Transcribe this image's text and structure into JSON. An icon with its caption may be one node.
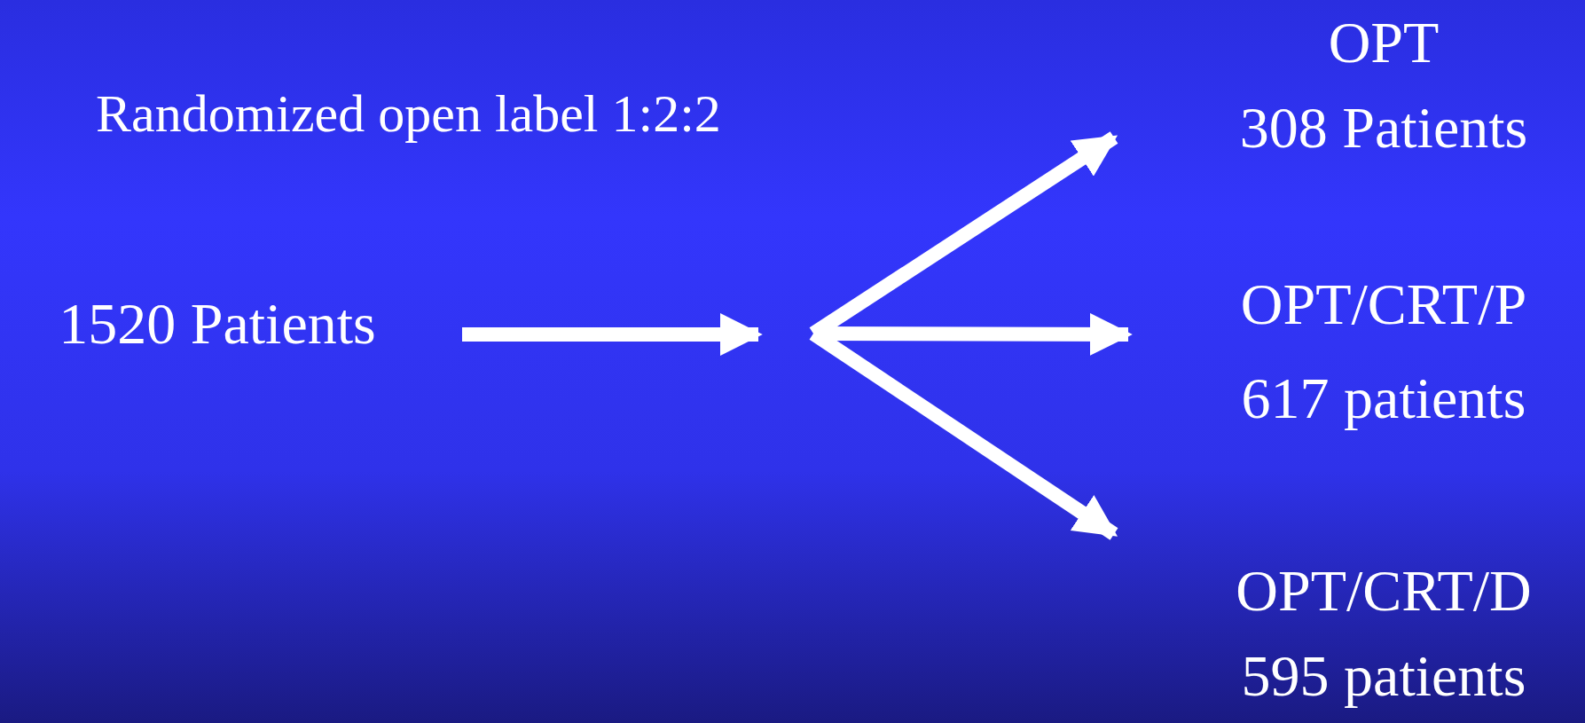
{
  "diagram": {
    "nodes": [
      {
        "text": [
          "1520 Patients"
        ]
      },
      {
        "text": [
          "OPT",
          "308 Patients"
        ]
      },
      {
        "text": [
          "OPT/CRT/P",
          "617 patients"
        ]
      },
      {
        "text": [
          "OPT/CRT/D",
          "595 patients"
        ]
      }
    ],
    "edges": [
      {
        "from": 0,
        "to": null,
        "arrow": "to"
      },
      {
        "from": null,
        "to": 1,
        "arrow": "to"
      },
      {
        "from": null,
        "to": 2,
        "arrow": "to"
      },
      {
        "from": null,
        "to": 3,
        "arrow": "to"
      }
    ],
    "labels": [
      "Randomized open label 1:2:2"
    ]
  }
}
